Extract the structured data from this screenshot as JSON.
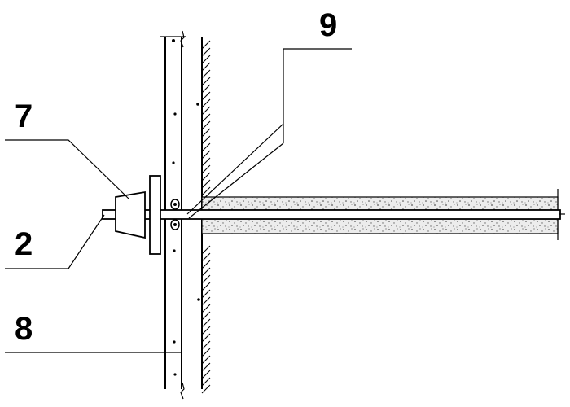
{
  "labels": {
    "l9": "9",
    "l7": "7",
    "l2": "2",
    "l8": "8"
  },
  "colors": {
    "ink": "#000000",
    "background": "#ffffff",
    "concrete_fill": "#e6e6e6"
  }
}
